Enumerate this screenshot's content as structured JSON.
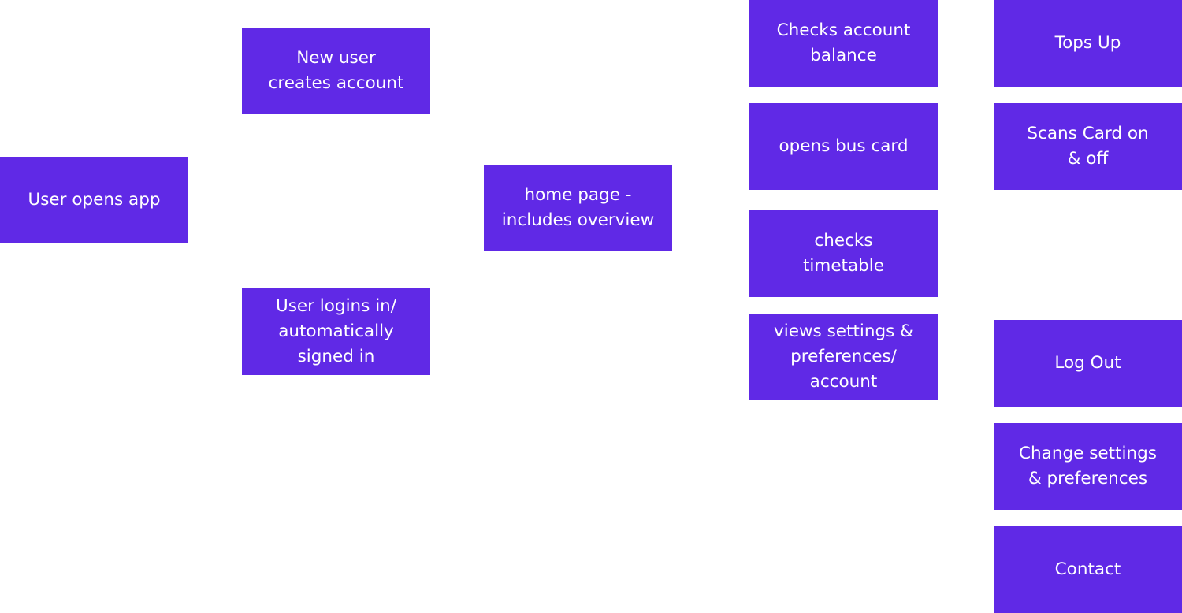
{
  "nodes": {
    "user_opens_app": "User opens app",
    "new_user_creates_account": "New user\ncreates account",
    "user_logins_in": "User logins in/\nautomatically\nsigned in",
    "home_page": "home page -\nincludes overview",
    "checks_account_balance": "Checks account\nbalance",
    "opens_bus_card": "opens bus card",
    "checks_timetable": "checks\ntimetable",
    "views_settings": "views settings &\npreferences/\naccount",
    "tops_up": "Tops Up",
    "scans_card": "Scans Card on\n& off",
    "log_out": "Log Out",
    "change_settings": "Change settings\n& preferences",
    "contact": "Contact"
  },
  "colors": {
    "node_fill": "#6029e6",
    "node_text": "#ffffff",
    "background": "#ffffff"
  }
}
